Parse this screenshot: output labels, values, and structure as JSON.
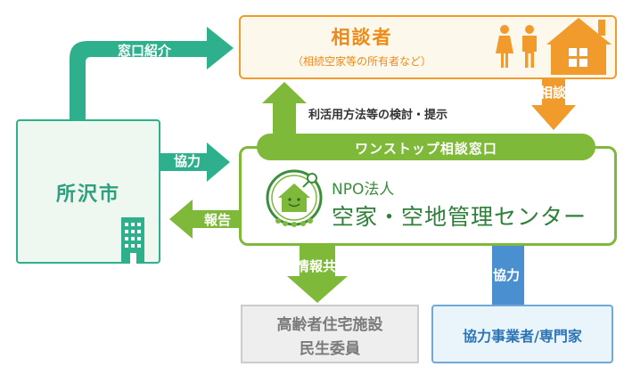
{
  "city": {
    "label": "所沢市"
  },
  "consultant": {
    "title": "相談者",
    "subtitle": "（相続空家等の所有者など）"
  },
  "center": {
    "bar_label": "ワンストップ相談窓口",
    "npo_label": "NPO法人",
    "name": "空家・空地管理センター"
  },
  "arrows": {
    "referral": "窓口紹介",
    "cooperation_city": "協力",
    "report": "報告",
    "consultation": "相談",
    "consider": "利活用方法等の検討・提示",
    "info_sharing": "情報共有",
    "cooperation_partners": "協力"
  },
  "welfare": {
    "line1": "高齢者住宅施設",
    "line2": "民生委員"
  },
  "partners": {
    "label": "協力事業者/専門家"
  },
  "colors": {
    "teal": "#2fb08c",
    "green": "#7fb93a",
    "orange": "#f19b2c",
    "blue": "#4a8fd0",
    "gray": "#cccccc"
  },
  "icons": [
    "people-icon",
    "house-icon",
    "building-icon",
    "npo-logo-icon"
  ]
}
